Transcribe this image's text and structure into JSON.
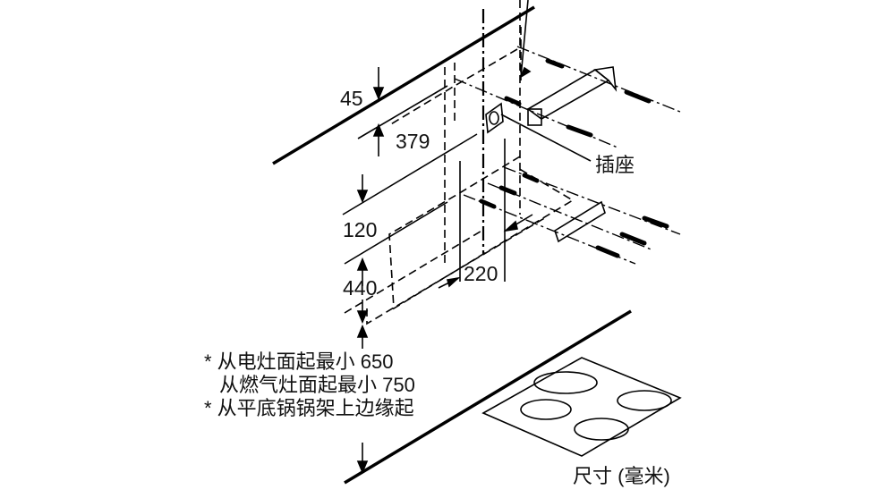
{
  "dimensions": {
    "top_offset": "45",
    "socket_height": "379",
    "gap": "120",
    "lower_height": "440",
    "width": "220"
  },
  "labels": {
    "socket": "插座",
    "units": "尺寸 (毫米)"
  },
  "notes": [
    "* 从电灶面起最小 650",
    "从燃气灶面起最小 750",
    "* 从平底锅锅架上边缘起"
  ]
}
